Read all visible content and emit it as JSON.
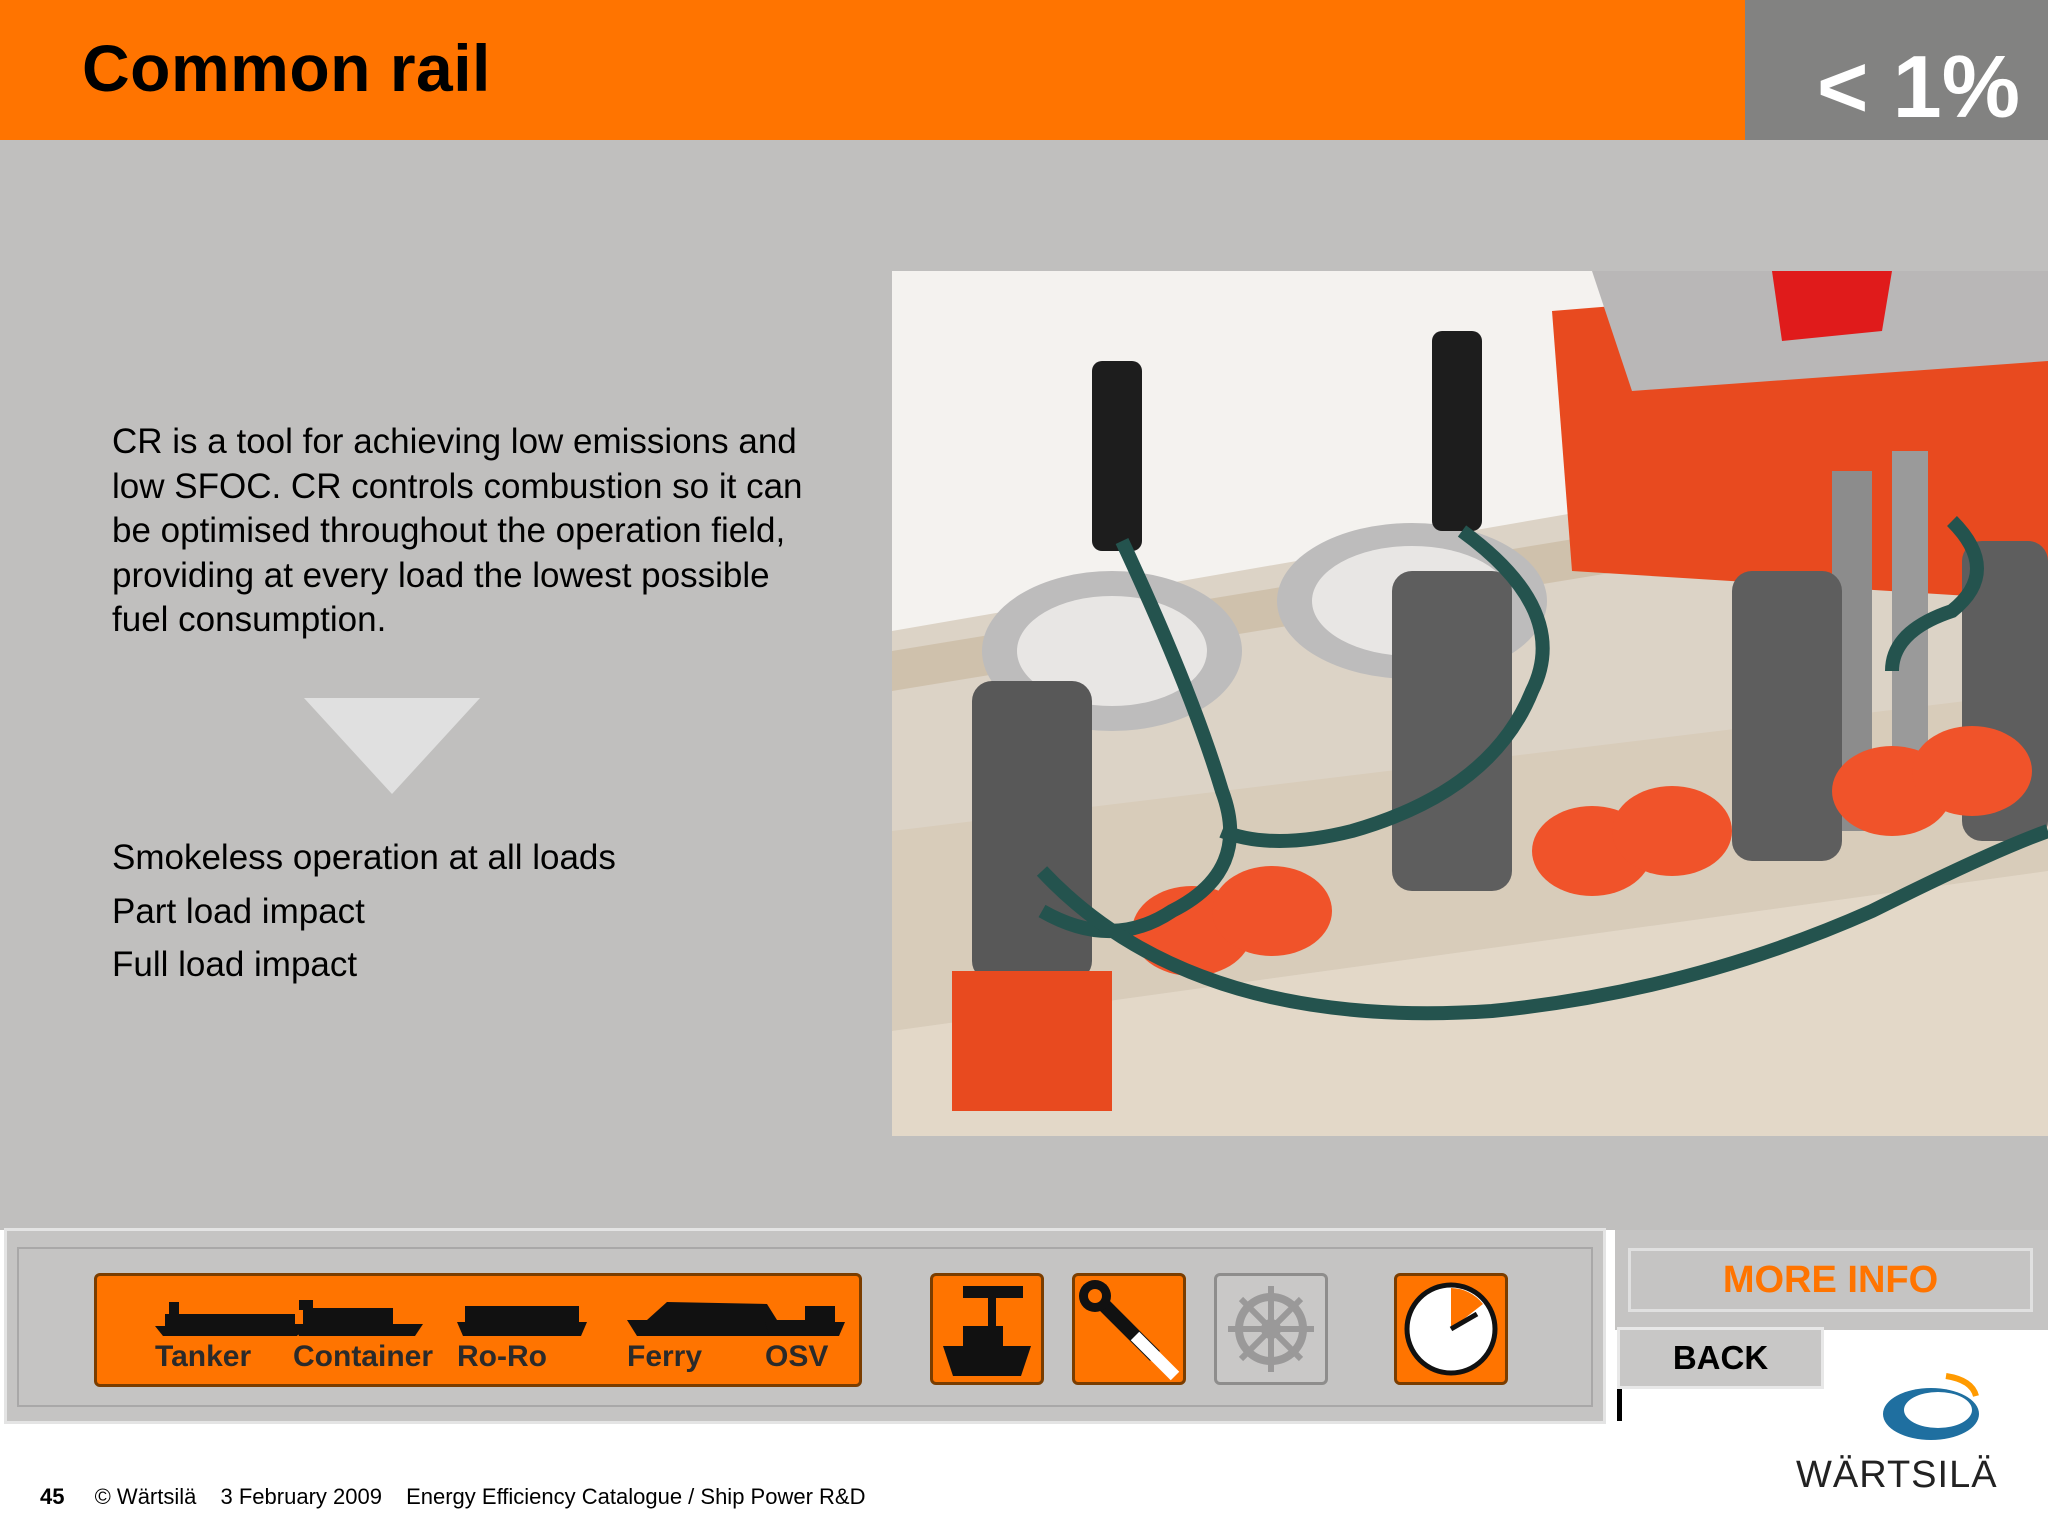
{
  "header": {
    "title": "Common rail",
    "badge": "< 1%"
  },
  "body": {
    "paragraph": "CR is a tool for achieving low emissions and low SFOC. CR controls combustion so it can be optimised throughout the operation field, providing at every load the lowest possible fuel consumption.",
    "impacts": [
      "Smokeless operation at all loads",
      "Part load impact",
      "Full load impact"
    ]
  },
  "nav": {
    "ships": [
      "Tanker",
      "Container",
      "Ro-Ro",
      "Ferry",
      "OSV"
    ],
    "icons": [
      "ship-port-crane-icon",
      "wrench-icon",
      "ship-wheel-icon",
      "clock-timer-icon"
    ],
    "more_info": "MORE INFO",
    "back": "BACK"
  },
  "footer": {
    "page": "45",
    "copyright": "© Wärtsilä",
    "date": "3 February 2009",
    "catalogue": "Energy Efficiency Catalogue / Ship Power R&D"
  },
  "logo": {
    "text": "WÄRTSILÄ"
  },
  "colors": {
    "accent": "#ff7400",
    "badge_bg": "#828281",
    "panel_bg": "#c0bfbe"
  }
}
